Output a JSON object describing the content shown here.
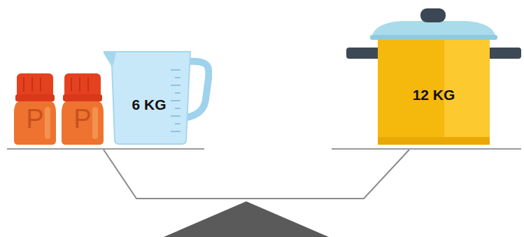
{
  "diagram": {
    "nodes": [
      {
        "text": [
          "P"
        ]
      },
      {
        "text": [
          "P"
        ]
      },
      {
        "text": [
          "6 KG"
        ]
      },
      {
        "text": [
          "12 KG"
        ]
      }
    ]
  }
}
